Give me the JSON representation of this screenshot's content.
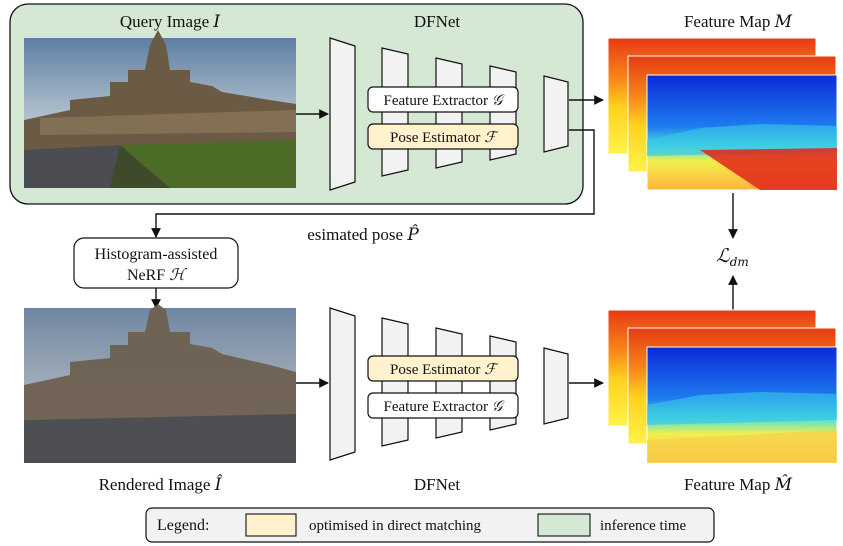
{
  "top": {
    "query_label": "Query Image",
    "query_symbol": "I",
    "dfnet_label": "DFNet",
    "feature_extractor": "Feature Extractor",
    "feature_extractor_symbol": "𝒢",
    "pose_estimator": "Pose Estimator",
    "pose_estimator_symbol": "ℱ",
    "feature_map_label": "Feature Map",
    "feature_map_symbol": "M"
  },
  "middle": {
    "nerf_line1": "Histogram-assisted",
    "nerf_line2": "NeRF",
    "nerf_symbol": "ℋ",
    "pose_label": "esimated pose",
    "pose_symbol": "P̂",
    "loss_symbol": "ℒ",
    "loss_subscript": "dm"
  },
  "bottom": {
    "rendered_label": "Rendered Image",
    "rendered_symbol": "Î",
    "dfnet_label": "DFNet",
    "pose_estimator": "Pose Estimator",
    "pose_estimator_symbol": "ℱ",
    "feature_extractor": "Feature Extractor",
    "feature_extractor_symbol": "𝒢",
    "feature_map_label": "Feature Map",
    "feature_map_symbol": "M̂"
  },
  "legend": {
    "title": "Legend:",
    "direct_matching": "optimised in direct matching",
    "inference": "inference time"
  },
  "colors": {
    "inference_green": "#d5e8d4",
    "optimised_yellow": "#fff2cc",
    "layer_grey": "#f2f2f2"
  }
}
